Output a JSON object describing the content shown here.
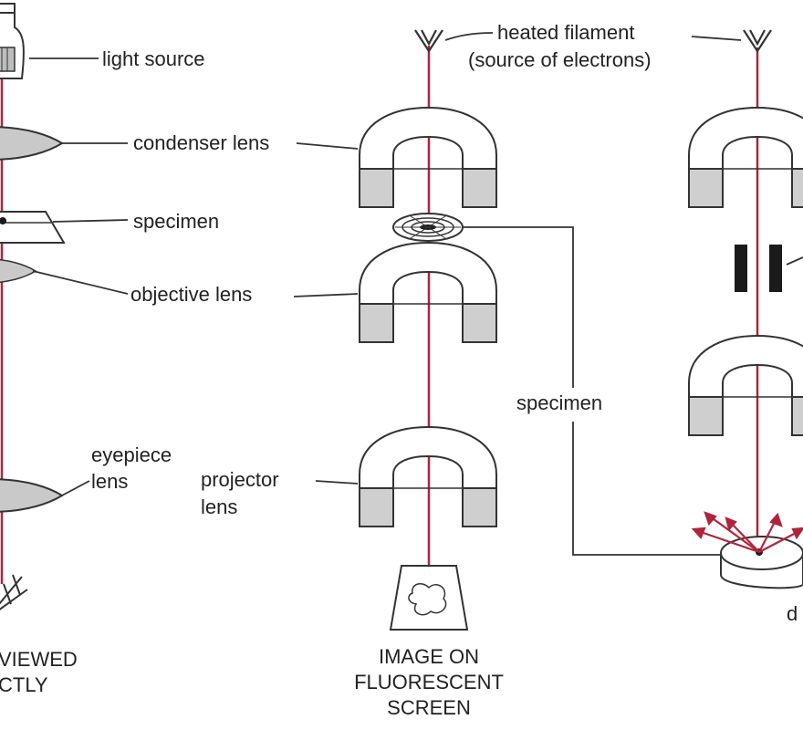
{
  "colors": {
    "beam": "#b0243b",
    "lens_fill": "#ffffff",
    "lens_face": "#cfcfcf",
    "line": "#333333",
    "aperture": "#1a1a1a"
  },
  "labels": {
    "light_source": "light source",
    "condenser_lens": "condenser lens",
    "specimen_left": "specimen",
    "objective_lens": "objective lens",
    "eyepiece_line1": "eyepiece",
    "eyepiece_line2": "lens",
    "heated_filament_line1": "heated filament",
    "heated_filament_line2": "(source of electrons)",
    "specimen_right": "specimen",
    "projector_line1": "projector",
    "projector_line2": "lens",
    "partial_right": "d"
  },
  "captions": {
    "left_line1": "VIEWED",
    "left_line2": "CTLY",
    "middle_line1": "IMAGE ON",
    "middle_line2": "FLUORESCENT",
    "middle_line3": "SCREEN"
  },
  "icons": {
    "light_source": "lamp-icon",
    "filament": "filament-icon",
    "eye": "eye-icon",
    "screen": "fluorescent-screen-icon",
    "detector": "detector-icon"
  }
}
